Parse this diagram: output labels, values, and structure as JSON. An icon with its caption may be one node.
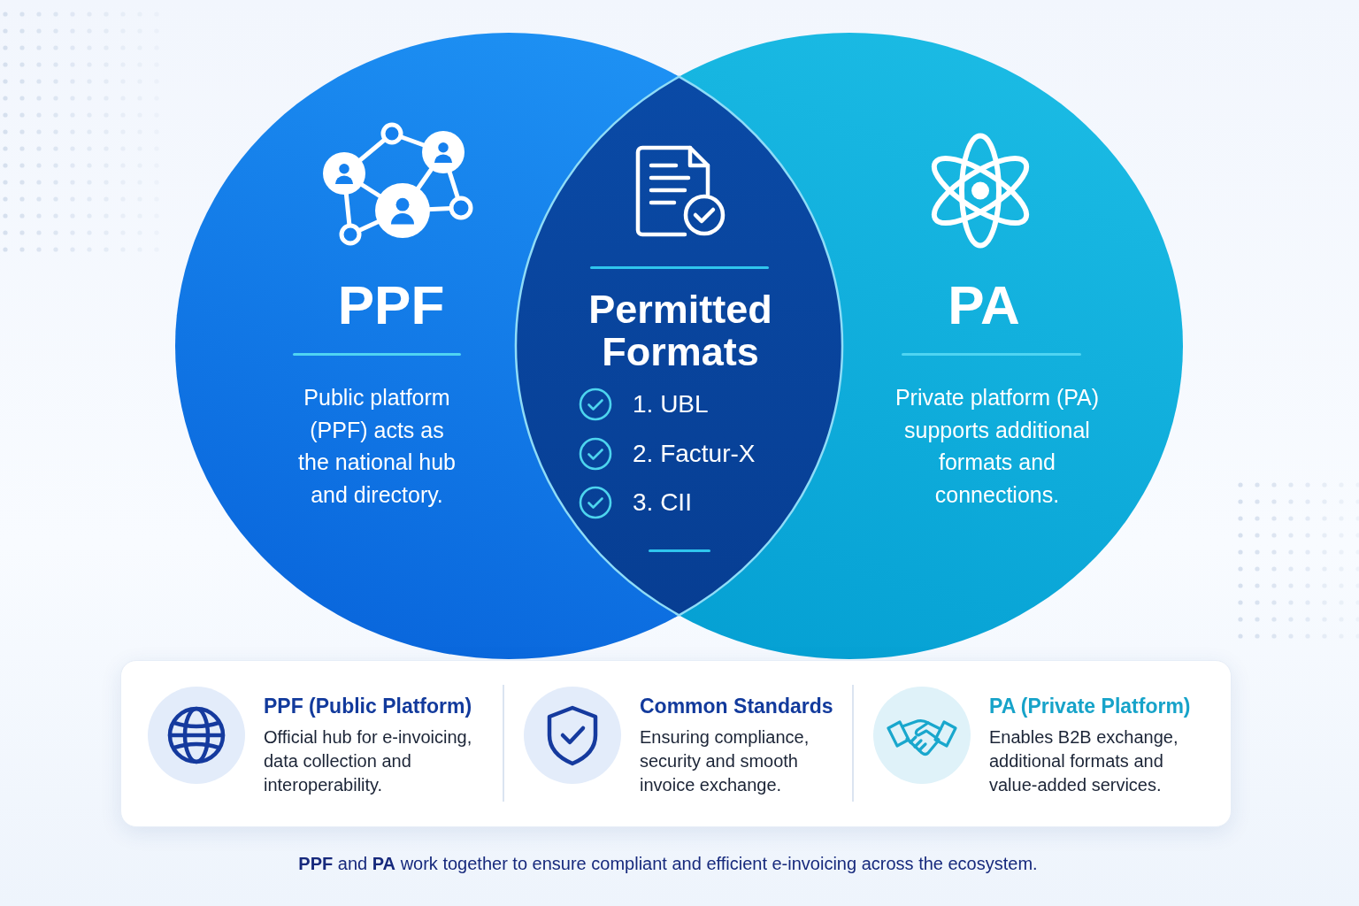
{
  "diagram": {
    "caption": "**PPF** and **PA** work together to ensure compliant and efficient e-invoicing across the ecosystem.",
    "nodes": [
      {
        "text": [
          "PPF",
          "Public platform (PPF) acts as the national hub and directory."
        ]
      },
      {
        "text": [
          "Permitted Formats",
          "1. UBL",
          "2. Factur-X",
          "3. CII"
        ]
      },
      {
        "text": [
          "PA",
          "Private platform (PA) supports additional formats and connections."
        ]
      },
      {
        "text": [],
        "shape": "box"
      },
      {
        "text": [
          "PPF (Public Platform)",
          "Official hub for e-invoicing, data collection and interoperability."
        ],
        "in": 3
      },
      {
        "text": [
          "Common Standards",
          "Ensuring compliance, security and smooth invoice exchange."
        ],
        "in": 3
      },
      {
        "text": [
          "PA (Private Platform)",
          "Enables B2B exchange, additional formats and value-added services."
        ],
        "in": 3
      }
    ]
  }
}
